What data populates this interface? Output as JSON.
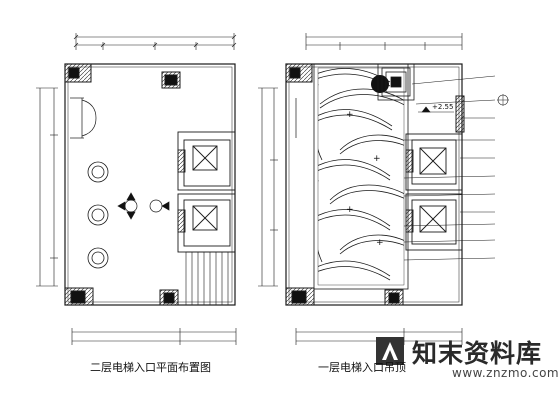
{
  "captions": {
    "left_plan": "二层电梯入口平面布置图",
    "right_plan": "一层电梯入口吊顶"
  },
  "watermark": {
    "brand": "知末资料库",
    "url": "www.znzmo.com",
    "logo_icon": "znzmo-logo-icon"
  },
  "annotations": {
    "elevation_mark": "+2.55"
  },
  "colors": {
    "line": "#1a1a1a",
    "background": "#ffffff"
  }
}
